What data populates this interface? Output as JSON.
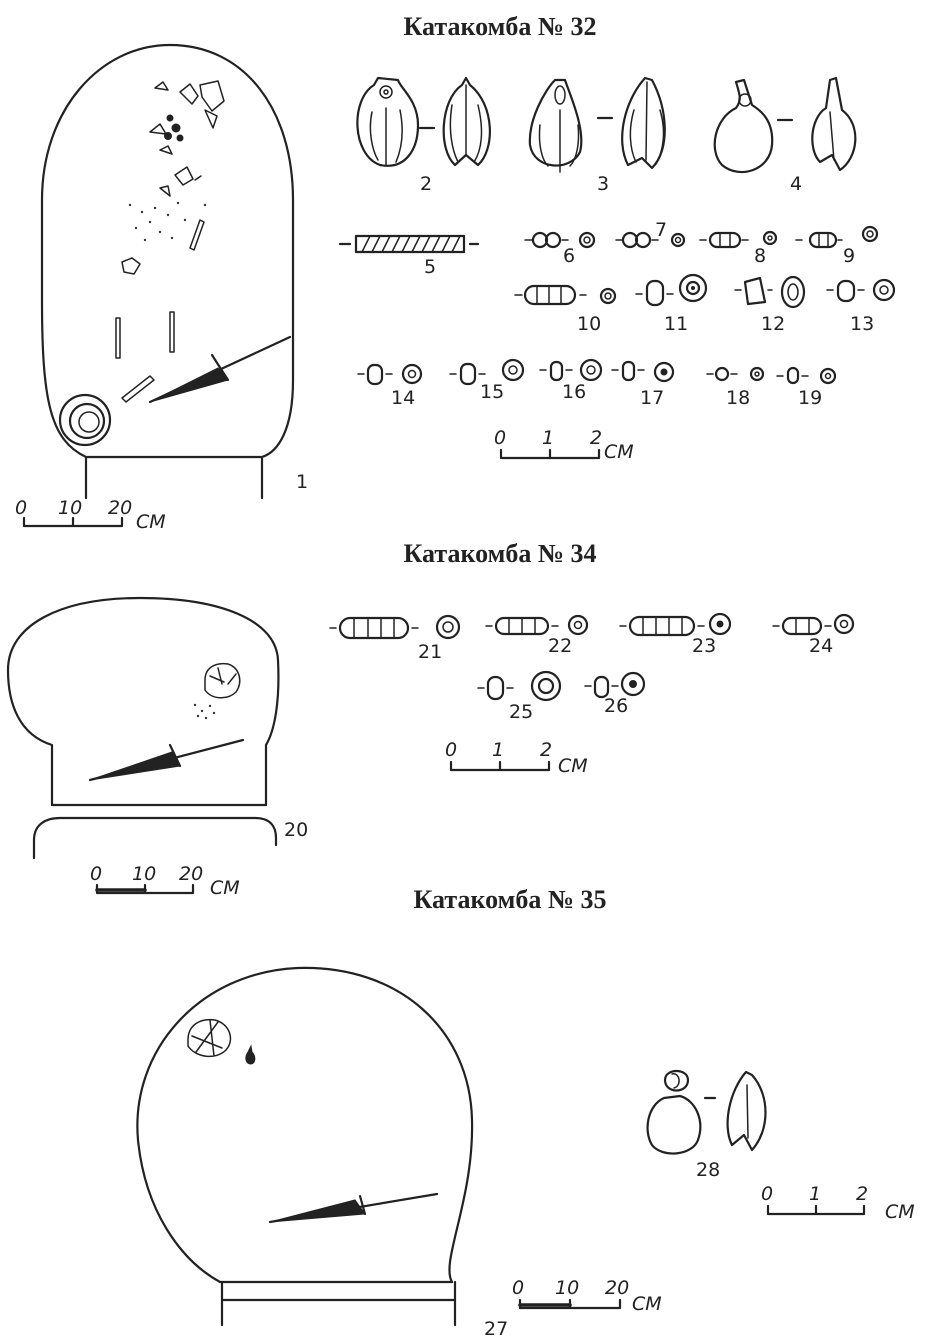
{
  "sections": [
    {
      "title": "Катакомба № 32",
      "plan_number": "1",
      "plan_scale": {
        "ticks": [
          "0",
          "10",
          "20"
        ],
        "unit": "СМ"
      },
      "find_numbers": [
        "2",
        "3",
        "4",
        "5",
        "6",
        "7",
        "8",
        "9",
        "10",
        "11",
        "12",
        "13",
        "14",
        "15",
        "16",
        "17",
        "18",
        "19"
      ],
      "finds_scale": {
        "ticks": [
          "0",
          "1",
          "2"
        ],
        "unit": "СМ"
      }
    },
    {
      "title": "Катакомба № 34",
      "plan_number": "20",
      "plan_scale": {
        "ticks": [
          "0",
          "10",
          "20"
        ],
        "unit": "СМ"
      },
      "find_numbers": [
        "21",
        "22",
        "23",
        "24",
        "25",
        "26"
      ],
      "finds_scale": {
        "ticks": [
          "0",
          "1",
          "2"
        ],
        "unit": "СМ"
      }
    },
    {
      "title": "Катакомба № 35",
      "plan_number": "27",
      "plan_scale": {
        "ticks": [
          "0",
          "10",
          "20"
        ],
        "unit": "СМ"
      },
      "find_numbers": [
        "28"
      ],
      "finds_scale": {
        "ticks": [
          "0",
          "1",
          "2"
        ],
        "unit": "СМ"
      }
    }
  ]
}
